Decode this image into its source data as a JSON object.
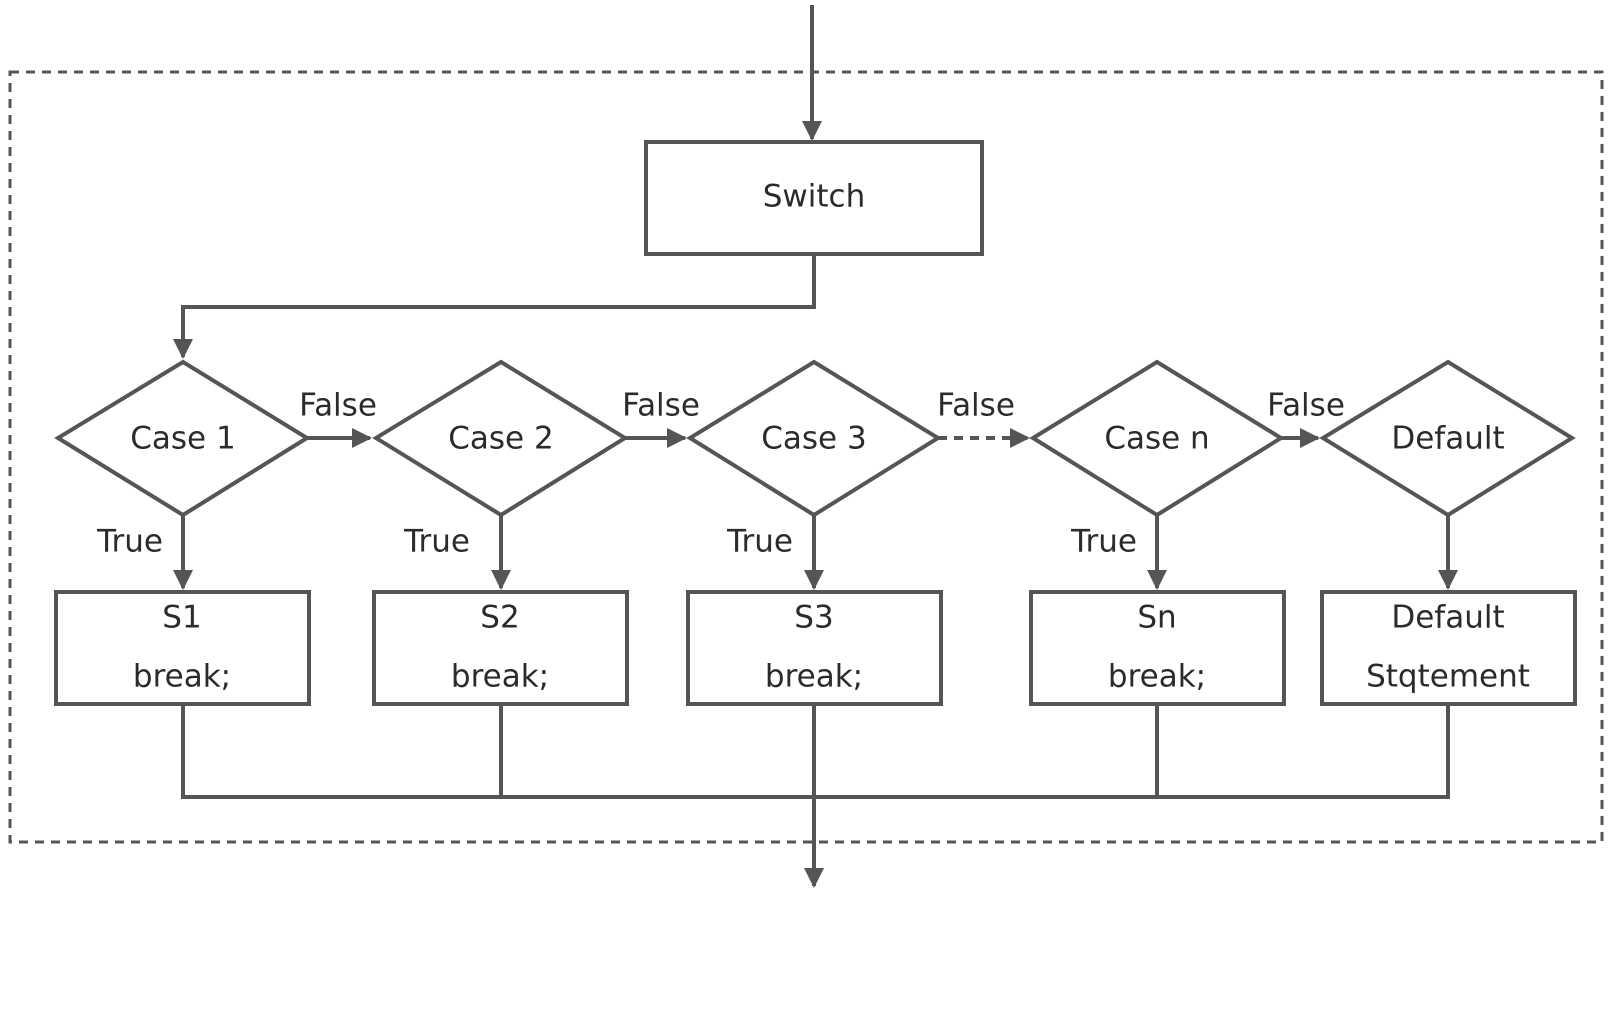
{
  "diagram": {
    "start_label": "Switch",
    "cases": [
      {
        "condition": "Case 1",
        "statement": "S1",
        "action": "break;",
        "true_label": "True",
        "false_label": "False"
      },
      {
        "condition": "Case 2",
        "statement": "S2",
        "action": "break;",
        "true_label": "True",
        "false_label": "False"
      },
      {
        "condition": "Case 3",
        "statement": "S3",
        "action": "break;",
        "true_label": "True",
        "false_label": "False"
      },
      {
        "condition": "Case n",
        "statement": "Sn",
        "action": "break;",
        "true_label": "True",
        "false_label": "False"
      }
    ],
    "default": {
      "condition": "Default",
      "statement_line1": "Default",
      "statement_line2": "Stqtement"
    }
  }
}
